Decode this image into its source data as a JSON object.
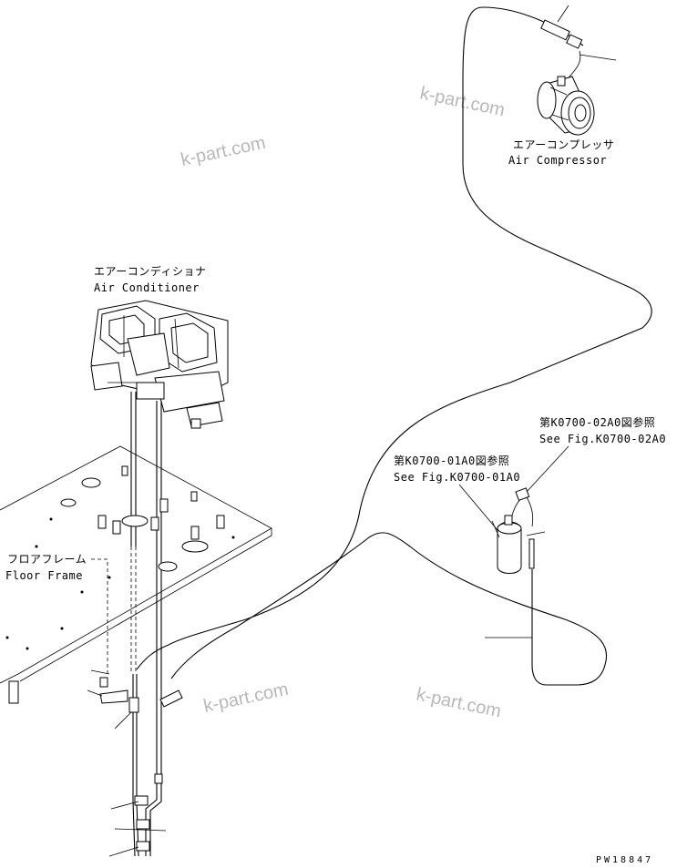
{
  "labels": {
    "air_compressor_jp": "エアーコンプレッサ",
    "air_compressor_en": "Air Compressor",
    "air_conditioner_jp": "エアーコンディショナ",
    "air_conditioner_en": "Air Conditioner",
    "floor_frame_jp": "フロアフレーム",
    "floor_frame_en": "Floor Frame",
    "ref_02a0_jp": "第K0700-02A0図参照",
    "ref_02a0_en": "See Fig.K0700-02A0",
    "ref_01a0_jp": "第K0700-01A0図参照",
    "ref_01a0_en": "See Fig.K0700-01A0",
    "drawing_number": "PW18847"
  },
  "watermarks": [
    "k-part.com",
    "k-part.com",
    "k-part.com",
    "k-part.com"
  ]
}
